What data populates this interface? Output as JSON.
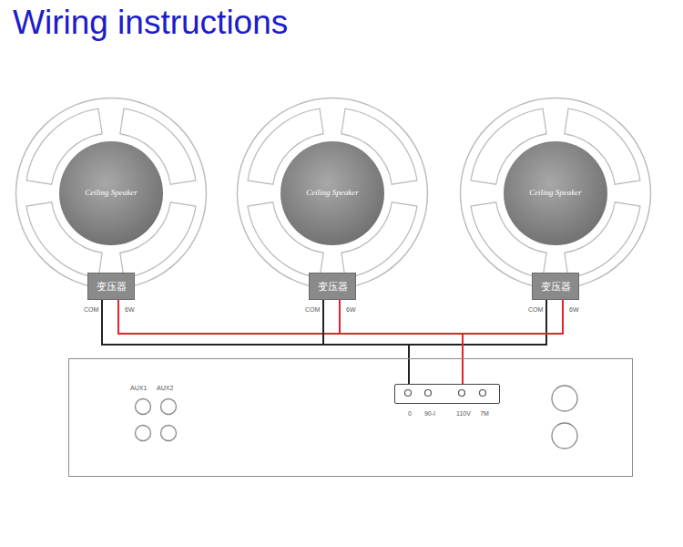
{
  "diagram": {
    "title": "Wiring instructions",
    "nodes": [
      {
        "text": [
          "Ceiling Speaker"
        ]
      },
      {
        "text": [
          "变压器"
        ],
        "in": 0
      },
      {
        "text": [
          "Ceiling Speaker"
        ]
      },
      {
        "text": [
          "变压器"
        ],
        "in": 2
      },
      {
        "text": [
          "Ceiling Speaker"
        ]
      },
      {
        "text": [
          "变压器"
        ],
        "in": 4
      },
      {
        "text": [
          "AUX1",
          "AUX2"
        ]
      },
      {
        "text": [
          "0",
          "90-I",
          "110V",
          "7M"
        ],
        "in": 6
      }
    ],
    "edges": [
      {
        "from": 1,
        "to": 7,
        "arrow": "none"
      },
      {
        "from": 1,
        "to": 7,
        "arrow": "none"
      },
      {
        "from": 3,
        "to": 7,
        "arrow": "none"
      },
      {
        "from": 3,
        "to": 7,
        "arrow": "none"
      },
      {
        "from": 5,
        "to": 7,
        "arrow": "none"
      },
      {
        "from": 5,
        "to": 7,
        "arrow": "none"
      }
    ],
    "labels": [
      "COM",
      "6W",
      "COM",
      "6W",
      "COM",
      "6W"
    ]
  }
}
